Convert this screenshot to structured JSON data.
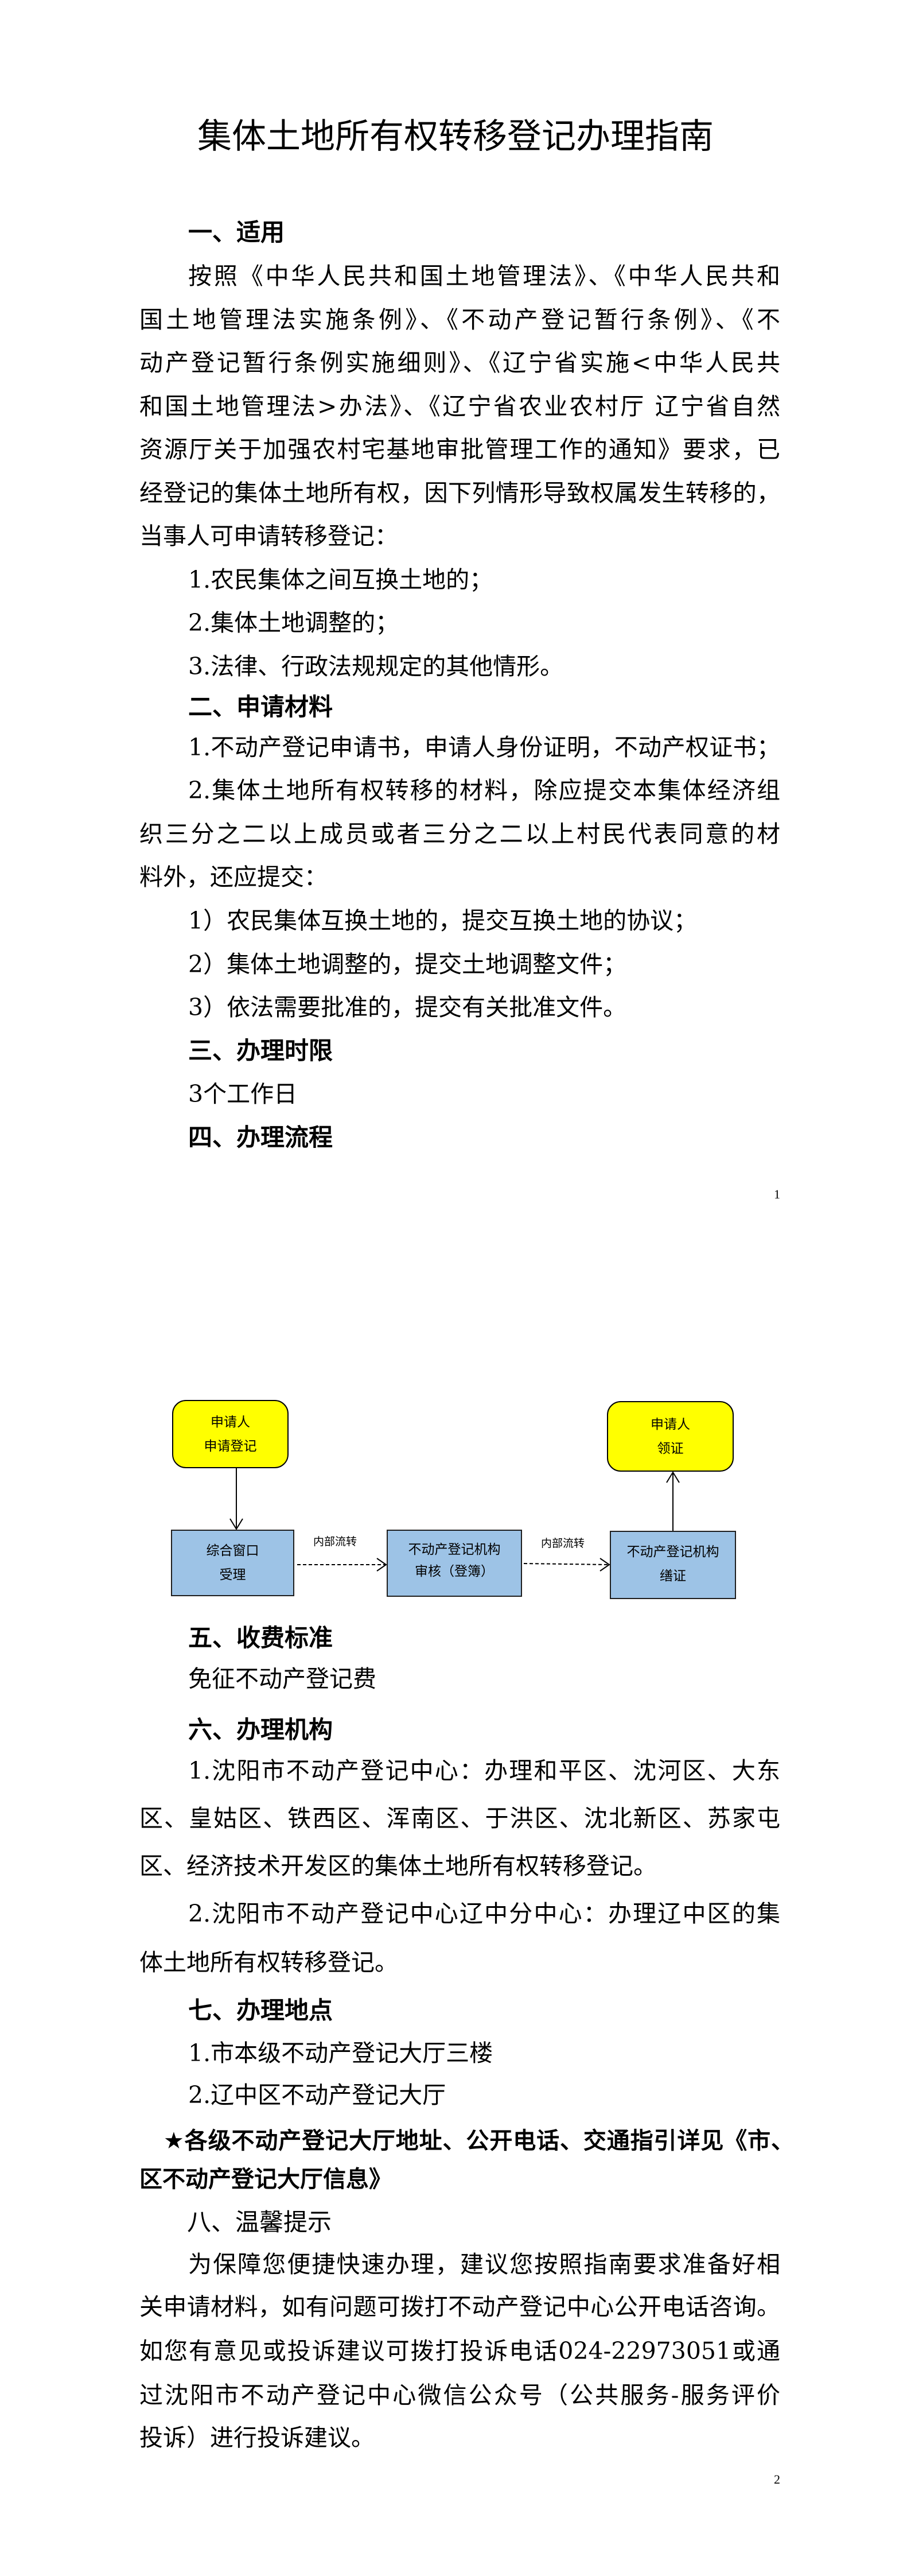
{
  "title": "集体土地所有权转移登记办理指南",
  "page_numbers": [
    "1",
    "2"
  ],
  "s1": {
    "heading": "一、适用",
    "para": [
      "按照《中华人民共和国土地管理法》、《中华人民共和",
      "国土地管理法实施条例》、《不动产登记暂行条例》、《不",
      "动产登记暂行条例实施细则》、《辽宁省实施<中华人民共",
      "和国土地管理法>办法》、《辽宁省农业农村厅 辽宁省自然",
      "资源厅关于加强农村宅基地审批管理工作的通知》要求，已",
      "经登记的集体土地所有权，因下列情形导致权属发生转移的，",
      "当事人可申请转移登记："
    ],
    "items": [
      "1.农民集体之间互换土地的；",
      "2.集体土地调整的；",
      "3.法律、行政法规规定的其他情形。"
    ]
  },
  "s2": {
    "heading": "二、申请材料",
    "lines": [
      "1.不动产登记申请书，申请人身份证明，不动产权证书；",
      "2.集体土地所有权转移的材料，除应提交本集体经济组",
      "织三分之二以上成员或者三分之二以上村民代表同意的材",
      "料外，还应提交：",
      "1）农民集体互换土地的，提交互换土地的协议；",
      "2）集体土地调整的，提交土地调整文件；",
      "3）依法需要批准的，提交有关批准文件。"
    ]
  },
  "s3": {
    "heading": "三、办理时限",
    "text": "3个工作日"
  },
  "s4": {
    "heading": "四、办理流程"
  },
  "flow": {
    "start": [
      "申请人",
      "申请登记"
    ],
    "end": [
      "申请人",
      "领证"
    ],
    "step1": [
      "综合窗口",
      "受理"
    ],
    "step2": [
      "不动产登记机构",
      "审核（登簿）"
    ],
    "step3": [
      "不动产登记机构",
      "缮证"
    ],
    "transfer_label_1": "内部流转",
    "transfer_label_2": "内部流转"
  },
  "s5": {
    "heading": "五、收费标准",
    "text": "免征不动产登记费"
  },
  "s6": {
    "heading": "六、办理机构",
    "lines": [
      "1.沈阳市不动产登记中心：办理和平区、沈河区、大东",
      "区、皇姑区、铁西区、浑南区、于洪区、沈北新区、苏家屯",
      "区、经济技术开发区的集体土地所有权转移登记。",
      "2.沈阳市不动产登记中心辽中分中心：办理辽中区的集",
      "体土地所有权转移登记。"
    ]
  },
  "s7": {
    "heading": "七、办理地点",
    "lines": [
      "1.市本级不动产登记大厅三楼",
      "2.辽中区不动产登记大厅"
    ],
    "note": [
      "★各级不动产登记大厅地址、公开电话、交通指引详见《市、",
      "区不动产登记大厅信息》"
    ]
  },
  "s8": {
    "heading": "八、温馨提示",
    "lines": [
      "为保障您便捷快速办理，建议您按照指南要求准备好相",
      "关申请材料，如有问题可拨打不动产登记中心公开电话咨询。",
      "如您有意见或投诉建议可拨打投诉电话024-22973051或通",
      "过沈阳市不动产登记中心微信公众号（公共服务-服务评价",
      "投诉）进行投诉建议。"
    ]
  },
  "colors": {
    "start_end_fill": "#ffff00",
    "step_fill": "#9dc3e6"
  }
}
